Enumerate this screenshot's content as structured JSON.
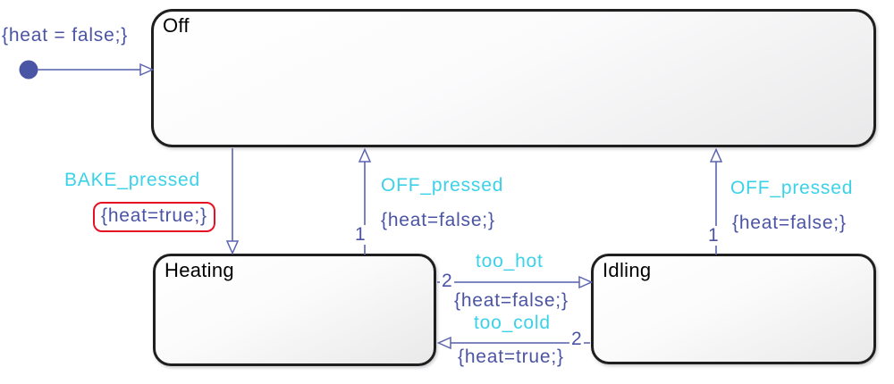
{
  "chart": {
    "kind": "stateflow-state-machine",
    "states": {
      "off": {
        "label": "Off"
      },
      "heating": {
        "label": "Heating"
      },
      "idling": {
        "label": "Idling"
      }
    },
    "transitions": {
      "initial": {
        "action": "{heat = false;}"
      },
      "bake": {
        "event": "BAKE_pressed",
        "action": "{heat=true;}"
      },
      "off_from_heating": {
        "event": "OFF_pressed",
        "action": "{heat=false;}",
        "order": "1"
      },
      "off_from_idling": {
        "event": "OFF_pressed",
        "action": "{heat=false;}",
        "order": "1"
      },
      "too_hot": {
        "event": "too_hot",
        "action": "{heat=false;}",
        "order": "2"
      },
      "too_cold": {
        "event": "too_cold",
        "action": "{heat=true;}",
        "order": "2"
      }
    },
    "colors": {
      "event_label": "#3bd2e9",
      "action_label": "#4b54a4",
      "transition_line": "#6b74b8",
      "initial_dot": "#4a55a5",
      "highlight_border": "#e81123",
      "state_border": "#1f1f1f",
      "background": "#ffffff"
    }
  }
}
